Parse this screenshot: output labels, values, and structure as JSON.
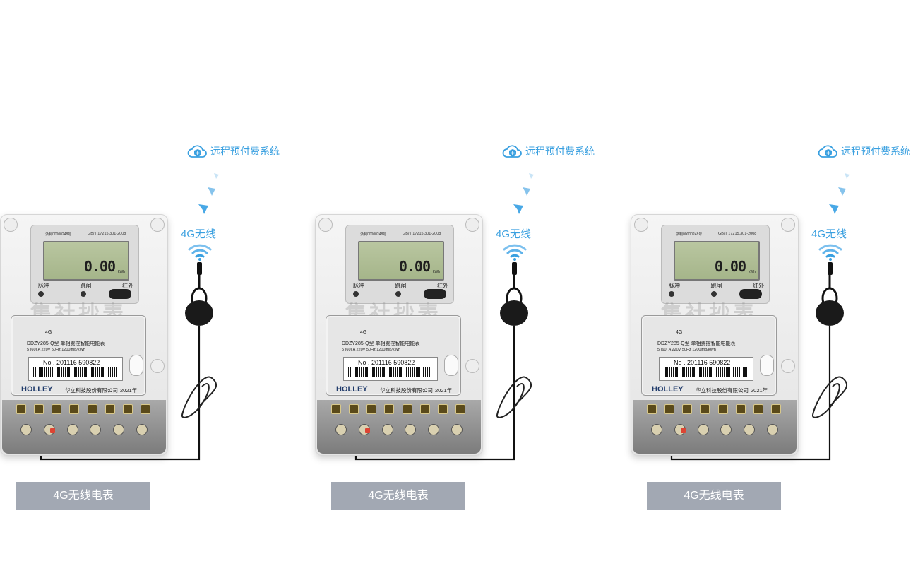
{
  "units": [
    {
      "cloud_label": "远程预付费系统",
      "signal_label": "4G无线",
      "meter": {
        "certification": "浙制00000248号",
        "standard": "GB/T 17215.301-2008",
        "lcd_value": "0.00",
        "lcd_unit": "kWh",
        "led_pulse": "脉冲",
        "led_trip": "跳闸",
        "led_ir": "红外",
        "watermark": "集社抄表",
        "module_tag": "4G",
        "model_line": "DDZY285-Q型  单相费控智能电能表",
        "spec_line": "5 (60) A 220V 50Hz 1200imp/kWh",
        "serial": "No . 201116 590822",
        "brand": "HOLLEY",
        "manufacturer": "华立科技股份有限公司",
        "year": "2021年"
      },
      "caption": "4G无线电表"
    },
    {
      "cloud_label": "远程预付费系统",
      "signal_label": "4G无线",
      "meter": {
        "certification": "浙制00000248号",
        "standard": "GB/T 17215.301-2008",
        "lcd_value": "0.00",
        "lcd_unit": "kWh",
        "led_pulse": "脉冲",
        "led_trip": "跳闸",
        "led_ir": "红外",
        "watermark": "集社抄表",
        "module_tag": "4G",
        "model_line": "DDZY285-Q型  单相费控智能电能表",
        "spec_line": "5 (60) A 220V 50Hz 1200imp/kWh",
        "serial": "No . 201116 590822",
        "brand": "HOLLEY",
        "manufacturer": "华立科技股份有限公司",
        "year": "2021年"
      },
      "caption": "4G无线电表"
    },
    {
      "cloud_label": "远程预付费系统",
      "signal_label": "4G无线",
      "meter": {
        "certification": "浙制00000248号",
        "standard": "GB/T 17215.301-2008",
        "lcd_value": "0.00",
        "lcd_unit": "kWh",
        "led_pulse": "脉冲",
        "led_trip": "跳闸",
        "led_ir": "红外",
        "watermark": "集社抄表",
        "module_tag": "4G",
        "model_line": "DDZY285-Q型  单相费控智能电能表",
        "spec_line": "5 (60) A 220V 50Hz 1200imp/kWh",
        "serial": "No . 201116 590822",
        "brand": "HOLLEY",
        "manufacturer": "华立科技股份有限公司",
        "year": "2021年"
      },
      "caption": "4G无线电表"
    }
  ],
  "colors": {
    "accent": "#3aa0e0",
    "caption_bg": "#a2a8b3",
    "caption_text": "#ffffff"
  },
  "icons": [
    "cloud-shield-icon",
    "signal-arrows-icon",
    "wifi-icon",
    "antenna-icon"
  ]
}
